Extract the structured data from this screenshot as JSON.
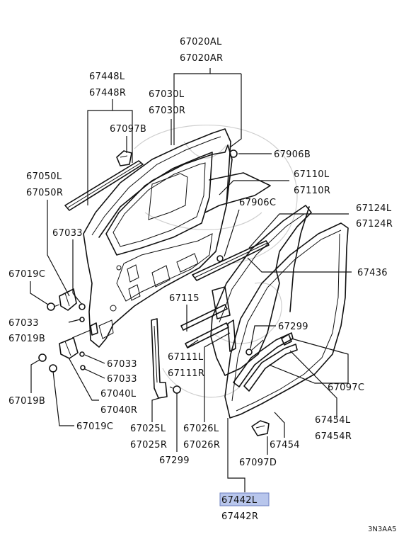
{
  "diagram_code": "3N3AA5",
  "highlight_color": "#b8c6ec",
  "labels": {
    "l67020AL": "67020AL",
    "l67020AR": "67020AR",
    "l67448L": "67448L",
    "l67448R": "67448R",
    "l67030L": "67030L",
    "l67030R": "67030R",
    "l67097B": "67097B",
    "l67906B": "67906B",
    "l67050L": "67050L",
    "l67050R": "67050R",
    "l67110L": "67110L",
    "l67110R": "67110R",
    "l67906C": "67906C",
    "l67124L": "67124L",
    "l67124R": "67124R",
    "l67033a": "67033",
    "l67019Ca": "67019C",
    "l67436": "67436",
    "l67115": "67115",
    "l67033b": "67033",
    "l67019Ba": "67019B",
    "l67299a": "67299",
    "l67111L": "67111L",
    "l67111R": "67111R",
    "l67033c": "67033",
    "l67033d": "67033",
    "l67097C": "67097C",
    "l67019Bb": "67019B",
    "l67040L": "67040L",
    "l67040R": "67040R",
    "l67454L": "67454L",
    "l67454R": "67454R",
    "l67019Cb": "67019C",
    "l67025L": "67025L",
    "l67025R": "67025R",
    "l67026L": "67026L",
    "l67026R": "67026R",
    "l67454": "67454",
    "l67299b": "67299",
    "l67097D": "67097D",
    "l67442L": "67442L",
    "l67442R": "67442R"
  }
}
